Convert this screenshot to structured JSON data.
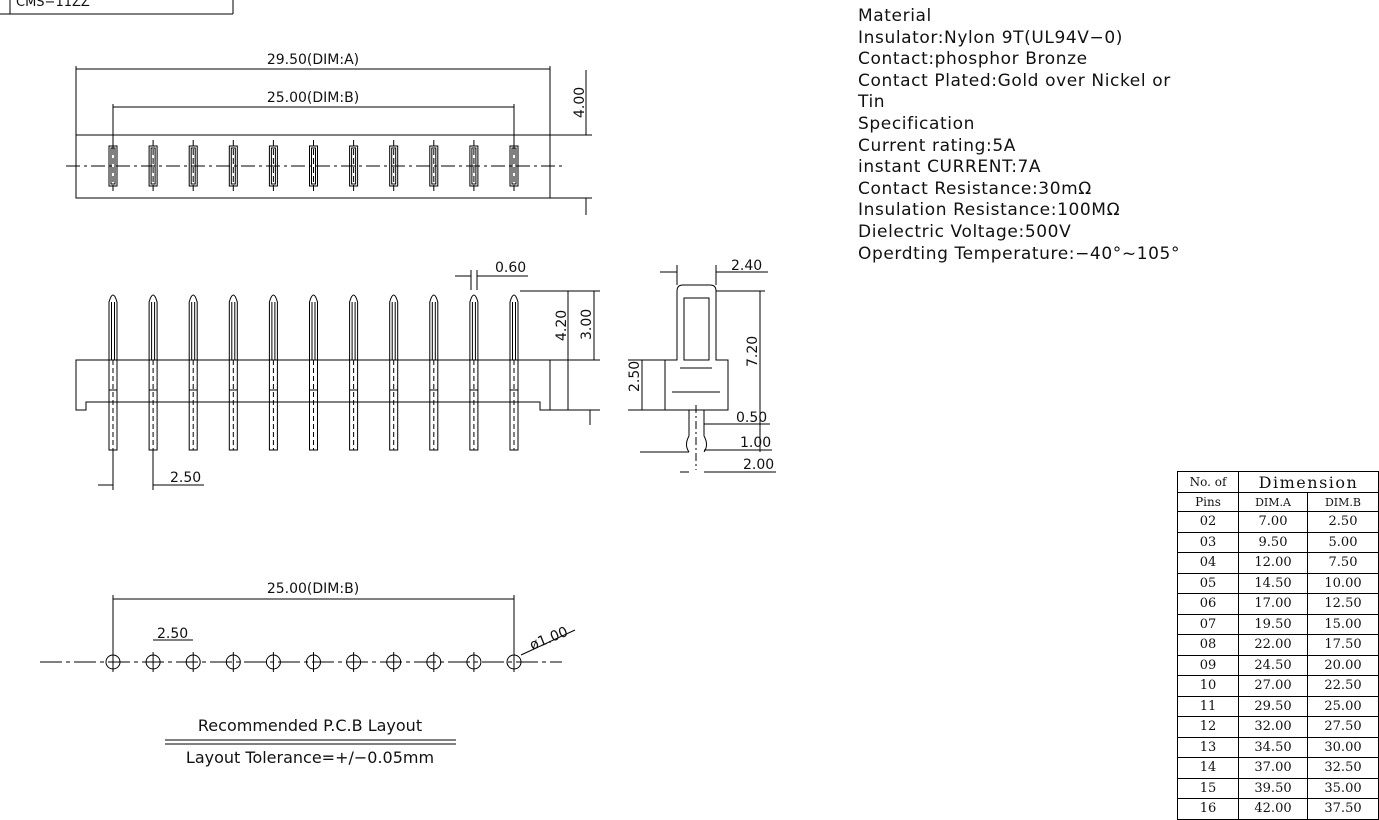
{
  "top_view": {
    "dim_a": "29.50(DIM:A)",
    "dim_b": "25.00(DIM:B)",
    "height": "4.00"
  },
  "side_view": {
    "pin_width": "0.60",
    "pin_length": "4.20",
    "pin_exposed": "3.00",
    "pitch": "2.50"
  },
  "end_view": {
    "width": "2.40",
    "total_height": "7.20",
    "body_height": "2.50",
    "tail_a": "0.50",
    "tail_b": "1.00",
    "tail_c": "2.00"
  },
  "pcb_layout": {
    "span": "25.00(DIM:B)",
    "pitch": "2.50",
    "hole": "ø1.00",
    "title": "Recommended P.C.B Layout",
    "tolerance": "Layout Tolerance=+/−0.05mm"
  },
  "spec": {
    "lines": [
      "Material",
      "Insulator:Nylon 9T(UL94V−0)",
      "Contact:phosphor Bronze",
      "Contact Plated:Gold over Nickel or",
      "Tin",
      "Specification",
      "Current rating:5A",
      "instant CURRENT:7A",
      "Contact Resistance:30mΩ",
      "Insulation Resistance:100MΩ",
      "Dielectric Voltage:500V",
      "Operdting Temperature:−40°~105°"
    ]
  },
  "table": {
    "header_pins_1": "No. of",
    "header_pins_2": "Pins",
    "header_dimension": "Dimension",
    "col_a": "DIM.A",
    "col_b": "DIM.B",
    "rows": [
      [
        "02",
        "7.00",
        "2.50"
      ],
      [
        "03",
        "9.50",
        "5.00"
      ],
      [
        "04",
        "12.00",
        "7.50"
      ],
      [
        "05",
        "14.50",
        "10.00"
      ],
      [
        "06",
        "17.00",
        "12.50"
      ],
      [
        "07",
        "19.50",
        "15.00"
      ],
      [
        "08",
        "22.00",
        "17.50"
      ],
      [
        "09",
        "24.50",
        "20.00"
      ],
      [
        "10",
        "27.00",
        "22.50"
      ],
      [
        "11",
        "29.50",
        "25.00"
      ],
      [
        "12",
        "32.00",
        "27.50"
      ],
      [
        "13",
        "34.50",
        "30.00"
      ],
      [
        "14",
        "37.00",
        "32.50"
      ],
      [
        "15",
        "39.50",
        "35.00"
      ],
      [
        "16",
        "42.00",
        "37.50"
      ]
    ]
  },
  "title_block": {
    "text": "CMS−11ZZ"
  }
}
